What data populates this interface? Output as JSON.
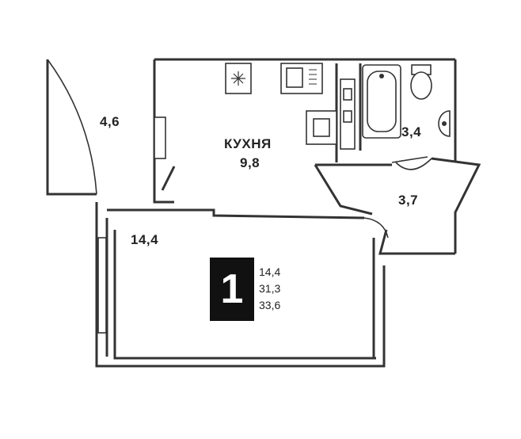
{
  "rooms": {
    "balcony_area": "4,6",
    "kitchen_name": "КУХНЯ",
    "kitchen_area": "9,8",
    "bathroom_area": "3,4",
    "hall_area": "3,7",
    "living_area": "14,4"
  },
  "badge": {
    "room_count": "1",
    "living_area": "14,4",
    "total_area": "31,3",
    "total_with_balcony": "33,6"
  },
  "colors": {
    "wall": "#333333",
    "badge_bg": "#111111",
    "badge_text": "#ffffff"
  }
}
